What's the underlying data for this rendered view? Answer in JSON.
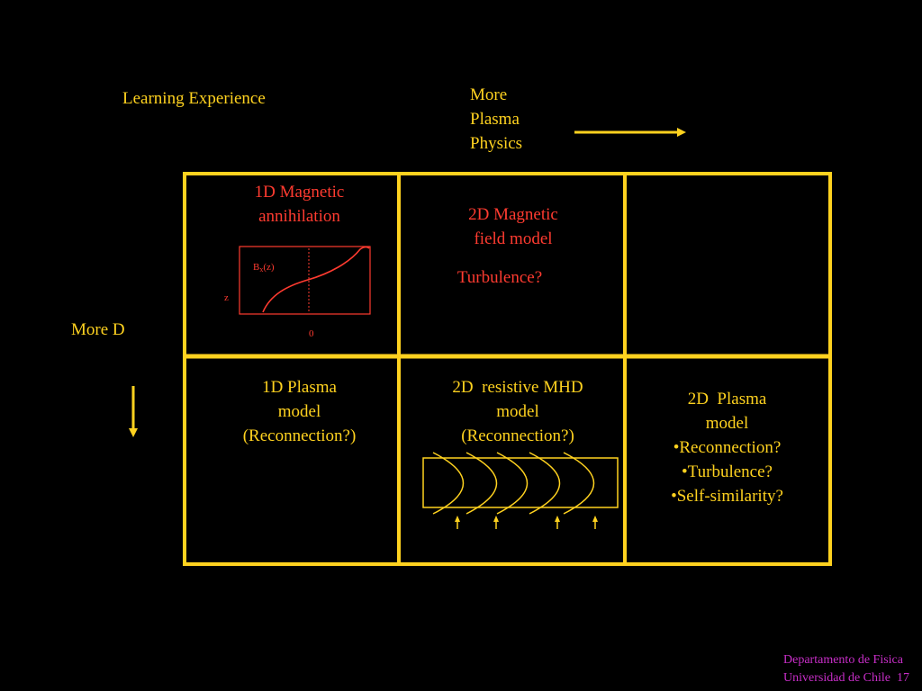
{
  "header": {
    "learning": "Learning Experience",
    "more_plasma_lines": [
      "More",
      "Plasma",
      "Physics"
    ]
  },
  "side": {
    "more_d": "More D"
  },
  "grid": {
    "cell_1d_magnetic_lines": [
      "1D Magnetic",
      "annihilation"
    ],
    "cell_2d_magnetic_lines": [
      "2D Magnetic",
      "field model"
    ],
    "turbulence": "Turbulence?",
    "cell_1d_plasma_lines": [
      "1D Plasma",
      "model",
      "(Reconnection?)"
    ],
    "cell_2d_mhd_lines": [
      "2D  resistive MHD",
      "model",
      "(Reconnection?)"
    ],
    "cell_2d_plasma_lines": [
      "2D  Plasma",
      "model",
      "•Reconnection?",
      "•Turbulence?",
      "•Self-similarity?"
    ]
  },
  "inset": {
    "bx_label": "B",
    "bx_sub": "x",
    "bx_arg": "(z)",
    "z_label": "z",
    "zero_label": "0"
  },
  "footer": {
    "line1": "Departamento de Fisica",
    "line2": "Universidad de Chile",
    "page": "17"
  },
  "colors": {
    "yellow": "#FFD21F",
    "red": "#FF3B30",
    "magenta": "#C82EC8"
  }
}
